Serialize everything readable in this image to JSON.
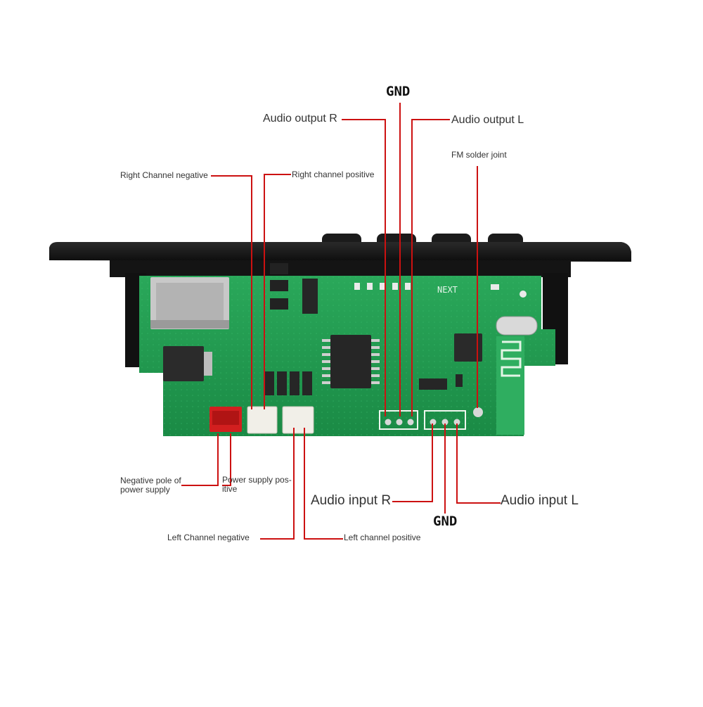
{
  "colors": {
    "leader": "#cc1111",
    "board": "#1f9a4e",
    "faceplate": "#161616",
    "text": "#333333"
  },
  "labels": {
    "gnd_top": "GND",
    "audio_output_r": "Audio output R",
    "audio_output_l": "Audio output L",
    "fm_solder_joint": "FM solder joint",
    "right_channel_negative": "Right Channel negative",
    "right_channel_positive": "Right channel positive",
    "negative_pole_power": "Negative pole of power supply",
    "power_supply_positive": "Power supply pos-itive",
    "audio_input_r": "Audio input R",
    "gnd_bottom": "GND",
    "audio_input_l": "Audio input L",
    "left_channel_negative": "Left Channel negative",
    "left_channel_positive": "Left channel positive"
  },
  "board": {
    "silkscreen_next": "NEXT"
  }
}
